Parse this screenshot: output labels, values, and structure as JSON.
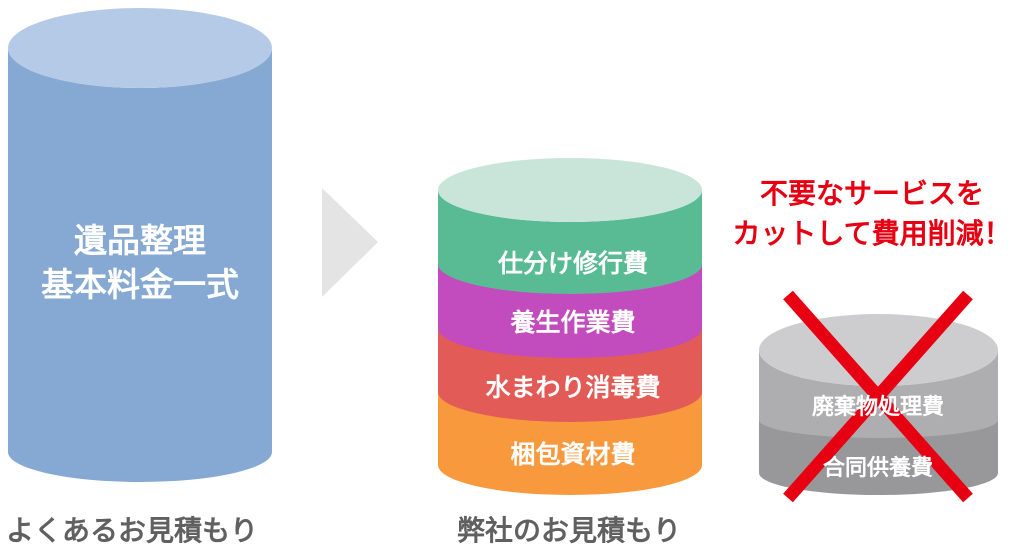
{
  "left_cylinder": {
    "title_line1": "遺品整理",
    "title_line2": "基本料金一式",
    "caption": "よくあるお見積もり",
    "body_color": "#85A9D3",
    "top_color": "#B5CAE7"
  },
  "arrow": {
    "color": "#E4E4E4"
  },
  "middle_cylinder": {
    "caption": "弊社のお見積もり",
    "top_color": "#C9E5D9",
    "bands": [
      {
        "label": "仕分け修行費",
        "color": "#59BB94"
      },
      {
        "label": "養生作業費",
        "color": "#C24CBE"
      },
      {
        "label": "水まわり消毒費",
        "color": "#E25B56"
      },
      {
        "label": "梱包資材費",
        "color": "#F8993D"
      }
    ]
  },
  "right_cylinder": {
    "headline_line1": "不要なサービスを",
    "headline_line2": "カットして費用削減！",
    "headline_color": "#E60012",
    "cross_color": "#E60012",
    "top_color": "#CDCDCF",
    "bands": [
      {
        "label": "廃棄物処理費",
        "color": "#AEAEB0"
      },
      {
        "label": "合同供養費",
        "color": "#98989A"
      }
    ]
  },
  "text_colors": {
    "captions": "#606060",
    "on_band": "#FFFFFF"
  }
}
